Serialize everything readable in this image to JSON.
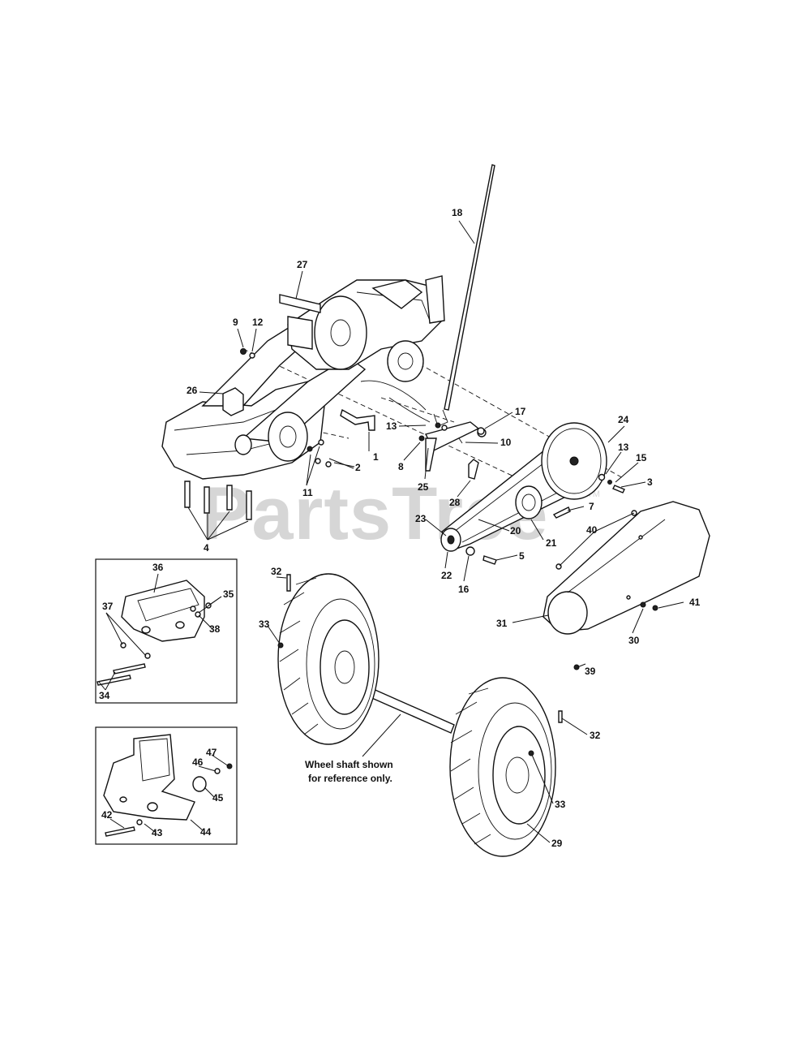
{
  "watermark": {
    "text": "PartsTree",
    "tm": "TM"
  },
  "callouts": [
    "1",
    "2",
    "3",
    "4",
    "5",
    "7",
    "8",
    "9",
    "10",
    "11",
    "12",
    "13",
    "13",
    "15",
    "16",
    "17",
    "18",
    "20",
    "21",
    "22",
    "23",
    "24",
    "25",
    "26",
    "27",
    "28",
    "29",
    "30",
    "31",
    "32",
    "32",
    "33",
    "33",
    "34",
    "35",
    "36",
    "37",
    "38",
    "39",
    "40",
    "41",
    "42",
    "43",
    "44",
    "45",
    "46",
    "47"
  ],
  "note": {
    "line1": "Wheel shaft shown",
    "line2": "for reference only."
  }
}
